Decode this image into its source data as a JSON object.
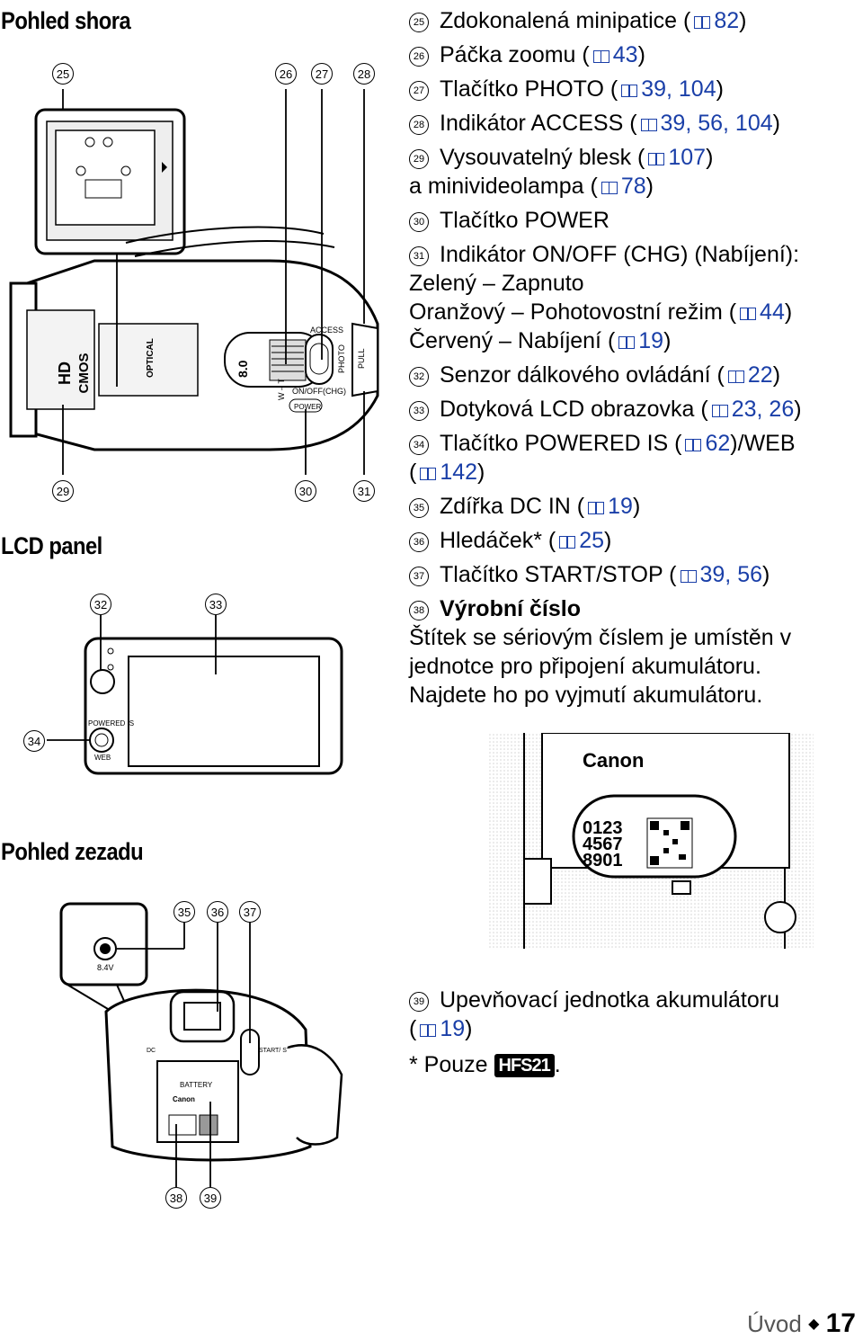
{
  "sections": {
    "top_view": "Pohled shora",
    "lcd_panel": "LCD panel",
    "rear_view": "Pohled zezadu"
  },
  "callouts": [
    "25",
    "26",
    "27",
    "28",
    "29",
    "30",
    "31",
    "32",
    "33",
    "34",
    "35",
    "36",
    "37",
    "38",
    "39"
  ],
  "camera_labels": {
    "hd": "HD",
    "cmos": "CMOS",
    "optical": "OPTICAL",
    "mega_pixels": "8.0",
    "zoom_wt": "W – T",
    "photo": "PHOTO",
    "pull": "PULL",
    "access": "ACCESS",
    "on_off": "ON/OFF(CHG)",
    "power": "POWER",
    "powered_is": "POWERED IS",
    "web": "WEB",
    "dc_voltage": "8.4V",
    "dc": "DC",
    "start_stop": "START/ STOP",
    "battery": "BATTERY",
    "brand": "Canon",
    "serial_lines": [
      "0123",
      "4567",
      "8901"
    ]
  },
  "items": [
    {
      "num": "25",
      "text": "Zdokonalená minipatice (",
      "ref": "82",
      "end": ")"
    },
    {
      "num": "26",
      "text": "Páčka zoomu (",
      "ref": "43",
      "end": ")"
    },
    {
      "num": "27",
      "text": "Tlačítko PHOTO (",
      "ref": "39, 104",
      "end": ")"
    },
    {
      "num": "28",
      "text": "Indikátor ACCESS (",
      "ref": "39, 56, 104",
      "end": ")"
    },
    {
      "num": "29",
      "text": "Vysouvatelný blesk (",
      "ref": "107",
      "end": ")",
      "line2": "a minivideolampa (",
      "ref2": "78",
      "end2": ")"
    },
    {
      "num": "30",
      "text": "Tlačítko POWER"
    },
    {
      "num": "31",
      "text": "Indikátor ON/OFF (CHG) (Nabíjení):",
      "sub": [
        "Zelený – Zapnuto",
        "Oranžový – Pohotovostní režim (",
        "Červený – Nabíjení ("
      ],
      "subref": [
        "",
        "44",
        "19"
      ]
    },
    {
      "num": "32",
      "text": "Senzor dálkového ovládání (",
      "ref": "22",
      "end": ")"
    },
    {
      "num": "33",
      "text": "Dotyková LCD obrazovka (",
      "ref": "23, 26",
      "end": ")"
    },
    {
      "num": "34",
      "text": "Tlačítko POWERED IS (",
      "ref": "62",
      "end": ")/WEB",
      "line2": "(",
      "ref2": "142",
      "end2": ")"
    },
    {
      "num": "35",
      "text": "Zdířka DC IN (",
      "ref": "19",
      "end": ")"
    },
    {
      "num": "36",
      "text": "Hledáček* (",
      "ref": "25",
      "end": ")"
    },
    {
      "num": "37",
      "text": "Tlačítko START/STOP (",
      "ref": "39, 56",
      "end": ")"
    },
    {
      "num": "38",
      "text": "Výrobní číslo",
      "body": [
        "Štítek se sériovým číslem je umístěn v",
        "jednotce pro připojení akumulátoru.",
        "Najdete ho po vyjmutí akumulátoru."
      ]
    },
    {
      "num": "39",
      "text": "Upevňovací jednotka akumulátoru",
      "line2": "(",
      "ref2": "19",
      "end2": ")"
    }
  ],
  "note": {
    "text": "* Pouze",
    "model": "HFS21",
    "end": "."
  },
  "footer": {
    "section": "Úvod",
    "bullet": "◆",
    "page": "17"
  }
}
